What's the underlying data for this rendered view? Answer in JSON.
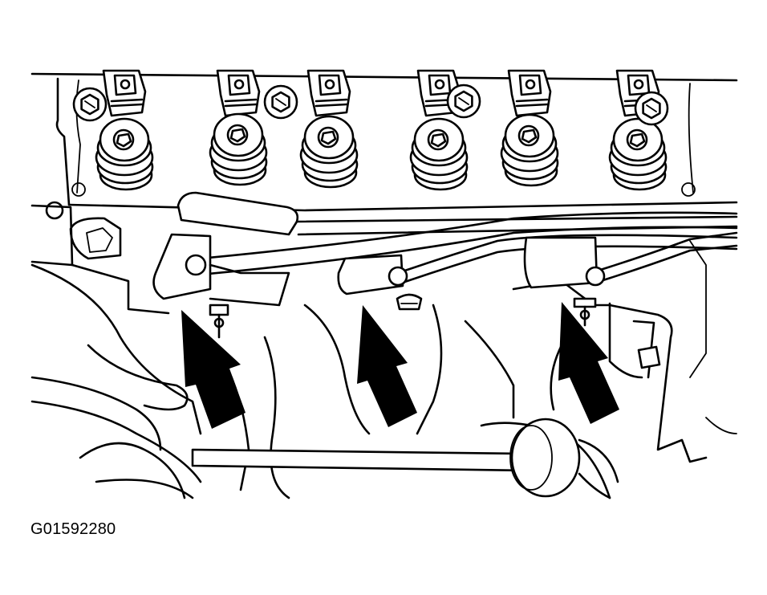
{
  "figure": {
    "id_label": "G01592280",
    "line_color": "#000000",
    "background_color": "#ffffff"
  },
  "components": {
    "injector_count": 6,
    "rocker_bolt_count": 4,
    "callout_arrow_count": 3
  }
}
